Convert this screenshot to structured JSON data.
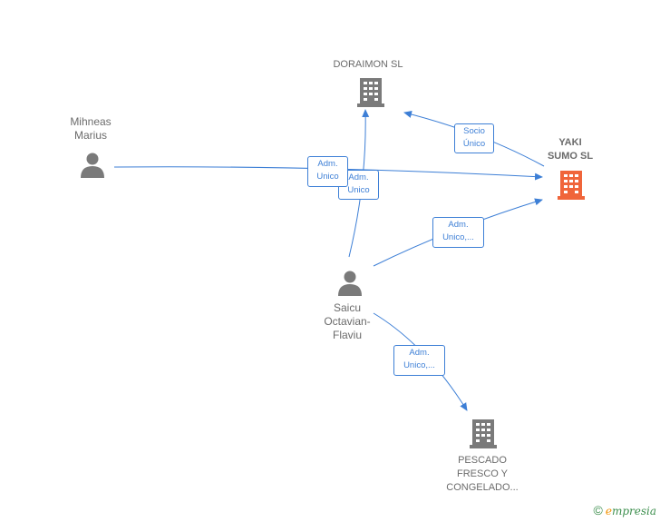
{
  "nodes": {
    "doraimon": {
      "label": "DORAIMON SL",
      "type": "company",
      "icon": "building-icon",
      "color": "#7a7a7a"
    },
    "yaki": {
      "label": "YAKI\nSUMO  SL",
      "type": "company",
      "icon": "building-icon",
      "color": "#f0653a"
    },
    "mihneas": {
      "label": "Mihneas\nMarius",
      "type": "person",
      "icon": "person-icon",
      "color": "#7a7a7a"
    },
    "saicu": {
      "label": "Saicu\nOctavian-\nFlaviu",
      "type": "person",
      "icon": "person-icon",
      "color": "#7a7a7a"
    },
    "pescado": {
      "label": "PESCADO\nFRESCO Y\nCONGELADO...",
      "type": "company",
      "icon": "building-icon",
      "color": "#7a7a7a"
    }
  },
  "edges": {
    "socio_unico": {
      "label": "Socio\nÚnico",
      "from": "YAKI SUMO SL",
      "to": "DORAIMON SL"
    },
    "mihneas_yaki": {
      "label": "Adm.\nUnico",
      "from": "Mihneas Marius",
      "to": "YAKI SUMO SL"
    },
    "saicu_doraimon": {
      "label": "Adm.\nUnico",
      "from": "Saicu Octavian-Flaviu",
      "to": "DORAIMON SL"
    },
    "saicu_yaki": {
      "label": "Adm.\nUnico,...",
      "from": "Saicu Octavian-Flaviu",
      "to": "YAKI SUMO SL"
    },
    "saicu_pescado": {
      "label": "Adm.\nUnico,...",
      "from": "Saicu Octavian-Flaviu",
      "to": "PESCADO FRESCO Y CONGELADO..."
    }
  },
  "colors": {
    "edge": "#3d7fd6",
    "focus": "#f0653a",
    "neutral": "#7a7a7a"
  },
  "brand": {
    "copyright": "©",
    "e": "e",
    "rest": "mpresia"
  }
}
